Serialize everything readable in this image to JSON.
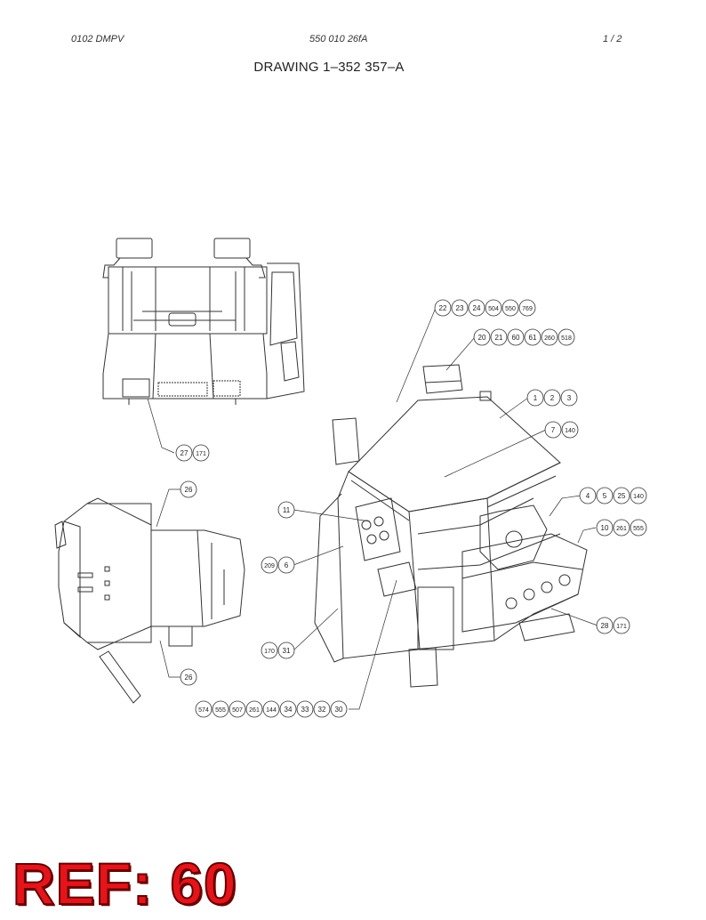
{
  "header": {
    "left": "0102 DMPV",
    "center": "550 010 26fA",
    "right": "1 /   2"
  },
  "title": "DRAWING 1–352 357–A",
  "callouts": {
    "top_row": [
      "22",
      "23",
      "24",
      "504",
      "550",
      "769"
    ],
    "row2": [
      "20",
      "21",
      "60",
      "61",
      "260",
      "518"
    ],
    "r123": [
      "1",
      "2",
      "3"
    ],
    "r7": [
      "7",
      "140"
    ],
    "r4": [
      "4",
      "5",
      "25",
      "140"
    ],
    "r10": [
      "10",
      "261",
      "555"
    ],
    "r28": [
      "28",
      "171"
    ],
    "r11": [
      "11"
    ],
    "r209": [
      "209",
      "6"
    ],
    "r170": [
      "170",
      "31"
    ],
    "bottom_row": [
      "574",
      "555",
      "507",
      "261",
      "144",
      "34",
      "33",
      "32",
      "30"
    ],
    "r27": [
      "27",
      "171"
    ],
    "r26a": [
      "26"
    ],
    "r26b": [
      "26"
    ]
  },
  "ref_stamp": "REF: 60"
}
